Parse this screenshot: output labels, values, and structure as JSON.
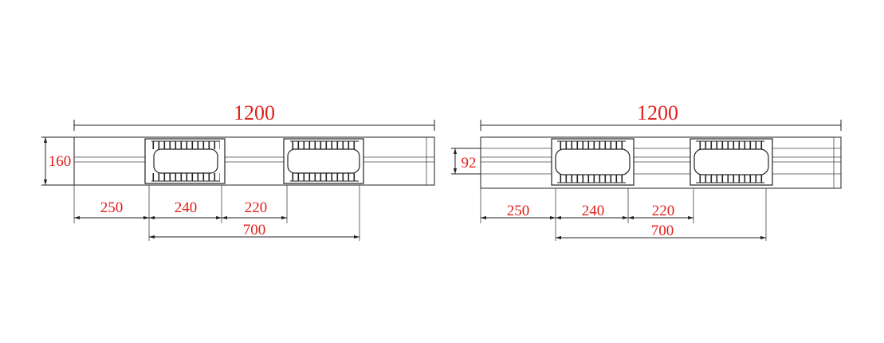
{
  "drawings": [
    {
      "name": "pallet-side-view-left",
      "overall_length": "1200",
      "height": "160",
      "dims": {
        "first": "250",
        "second": "240",
        "third": "220",
        "span": "700"
      }
    },
    {
      "name": "pallet-side-view-right",
      "overall_length": "1200",
      "height": "92",
      "dims": {
        "first": "250",
        "second": "240",
        "third": "220",
        "span": "700"
      }
    }
  ],
  "colors": {
    "dimension_text": "#e0201c",
    "lines": "#222222"
  }
}
